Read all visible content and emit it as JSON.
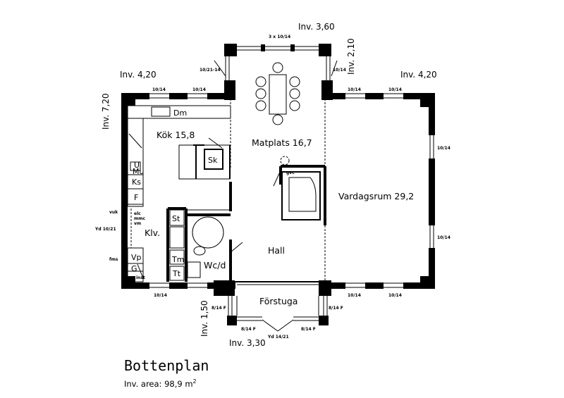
{
  "title": "Bottenplan",
  "area": {
    "label": "Inv. area: 98,9 m",
    "sup": "2"
  },
  "dimensions": {
    "top": "Inv. 3,60",
    "top_right": "Inv. 2,10",
    "left_upper": "Inv. 4,20",
    "right_upper": "Inv. 4,20",
    "left_side": "Inv. 7,20",
    "bottom_left": "Inv. 1,50",
    "bottom": "Inv. 3,30"
  },
  "rooms": {
    "kitchen": "Kök 15,8",
    "dining": "Matplats 16,7",
    "living": "Vardagsrum 29,2",
    "closet": "Klv.",
    "hall": "Hall",
    "wc": "Wc/d",
    "porch": "Förstuga"
  },
  "fixtures": {
    "dm": "Dm",
    "sk": "Sk",
    "u": "U",
    "mu": "Mu",
    "ks": "Ks",
    "f": "F",
    "st": "St",
    "tm": "Tm",
    "tt": "Tt",
    "vp": "Vp",
    "g": "G",
    "inst": "inst",
    "gvc": "gvc",
    "elc": "elc",
    "mmc": "mmc",
    "vm": "vm",
    "vuk": "vuk",
    "fms": "fms"
  },
  "window_labels": {
    "top_center": "3 x 10/14",
    "top_left_diag": "10/21-14",
    "top_right_diag": "10/14",
    "kitchen_top_1": "10/14",
    "kitchen_top_2": "10/14",
    "living_top_1": "10/14",
    "living_top_2": "10/14",
    "living_right_1": "10/14",
    "living_right_2": "10/14",
    "left_door": "Yd 10/21",
    "bottom_left": "10/14",
    "bottom_right_1": "10/14",
    "bottom_right_2": "10/14",
    "porch_left": "8/14 F",
    "porch_right": "8/14 F",
    "porch_bottom_left": "8/14 F",
    "porch_bottom_right": "8/14 F",
    "front_door": "Yd 14/21"
  }
}
